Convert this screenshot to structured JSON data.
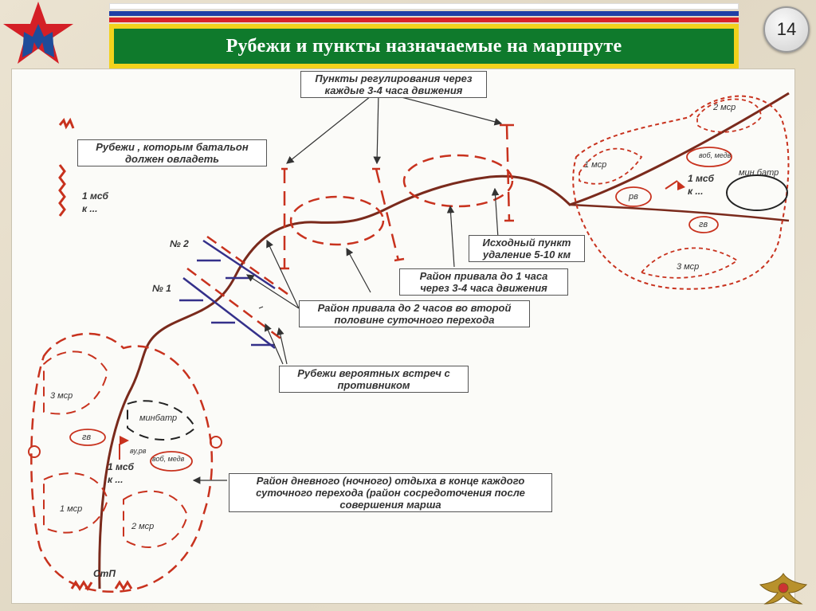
{
  "page": {
    "number": "14",
    "title": "Рубежи и пункты назначаемые на маршруте"
  },
  "flag_colors": {
    "white": "#ffffff",
    "blue": "#1f3fa6",
    "red": "#d8212a",
    "title_bg": "#0f7a2c",
    "title_border": "#f2d21c"
  },
  "captions": {
    "regulation_points": [
      "Пункты регулирования через",
      "каждые 3-4 часа движения"
    ],
    "battalion_lines": [
      "Рубежи , которым батальон",
      "должен овладеть"
    ],
    "start_point": [
      "Исходный пункт",
      "удаление 5-10 км"
    ],
    "halt_1h": [
      "Район привала до 1 часа",
      "через 3-4 часа движения"
    ],
    "halt_2h": [
      "Район привала до 2 часов во второй",
      "половине суточного перехода"
    ],
    "encounter_lines": [
      "Рубежи вероятных встреч с",
      "противником"
    ],
    "rest_area": [
      "Район дневного (ночного) отдыха в конце каждого",
      "суточного перехода (район сосредоточения после",
      "совершения марша"
    ]
  },
  "labels": {
    "msb_left": "1 мсб",
    "k_left": "к ...",
    "line_no2": "№ 2",
    "line_no1": "№ 1",
    "top_2msr": "2 мср",
    "top_1msr": "1 мср",
    "top_vob": "воб, медв",
    "top_minbatr": "мин батр",
    "top_msb": "1 мсб",
    "top_k": "к ...",
    "top_re": "рв",
    "top_gv": "гв",
    "top_3msr": "3 мср",
    "bot_3msr": "3 мср",
    "bot_gv": "гв",
    "bot_minbatr": "минбатр",
    "bot_vure": "ву,рв",
    "bot_vob": "воб, медв",
    "bot_msb": "1 мсб",
    "bot_k": "к ...",
    "bot_1msr": "1 мср",
    "bot_2msr": "2 мср",
    "bot_stp": "СтП"
  }
}
